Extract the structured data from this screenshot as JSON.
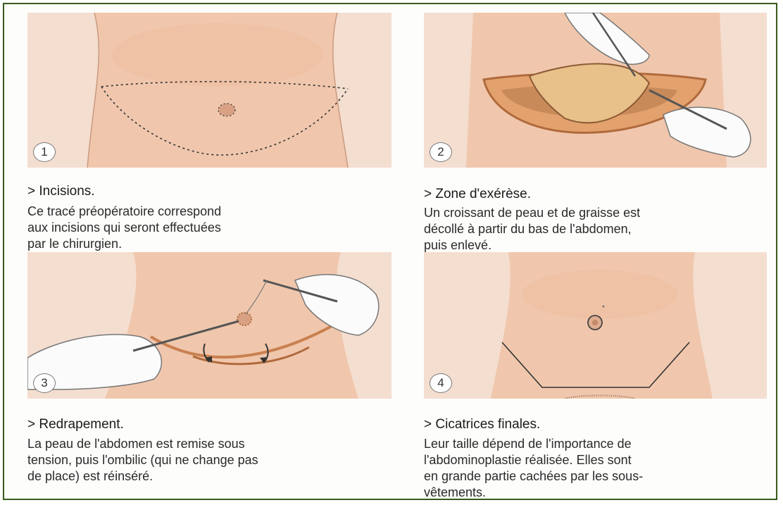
{
  "steps": [
    {
      "number": "1",
      "title": "> Incisions.",
      "body_lines": [
        "Ce tracé préopératoire correspond",
        "aux incisions qui seront effectuées",
        "par le chirurgien."
      ]
    },
    {
      "number": "2",
      "title": "> Zone d'exérèse.",
      "body_lines": [
        "Un croissant de peau et de graisse est",
        "décollé à partir du bas de l'abdomen,",
        "puis enlevé."
      ]
    },
    {
      "number": "3",
      "title": "> Redrapement.",
      "body_lines": [
        "La peau de l'abdomen est remise sous",
        "tension, puis l'ombilic (qui ne change pas",
        "de place) est réinséré."
      ]
    },
    {
      "number": "4",
      "title": "> Cicatrices finales.",
      "body_lines": [
        "Leur taille dépend de l'importance de",
        "l'abdominoplastie réalisée. Elles sont",
        "en grande partie cachées par les sous-",
        "vêtements."
      ]
    }
  ],
  "colors": {
    "frame": "#3a5a1c",
    "skin": "#f1cdb4",
    "background": "#f3dccb",
    "incision": "#c98050"
  }
}
